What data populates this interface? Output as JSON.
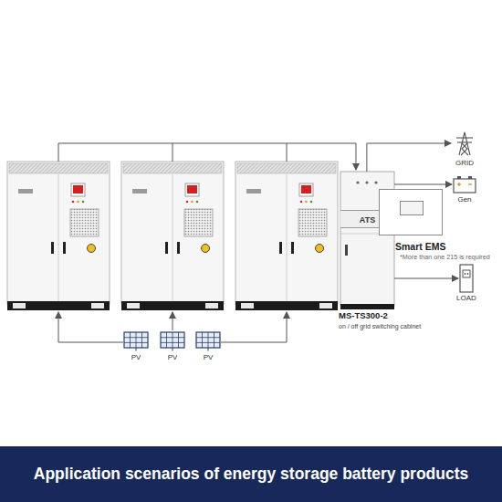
{
  "diagram": {
    "caption": "Application scenarios of energy storage battery products",
    "nodes": [
      {
        "text": [
          "PV"
        ]
      },
      {
        "text": [
          "PV"
        ]
      },
      {
        "text": [
          "PV"
        ]
      },
      {
        "text": [
          "ATS",
          "MS-TS300-2",
          "on / off grid switching cabinet"
        ]
      },
      {
        "text": [
          "Smart EMS",
          "*More than one 215 is required"
        ]
      },
      {
        "text": [
          "GRID"
        ]
      },
      {
        "text": [
          "Gen"
        ]
      },
      {
        "text": [
          "LOAD"
        ]
      }
    ],
    "edges": [
      {
        "from": 3,
        "to": 5,
        "arrow": "to"
      },
      {
        "from": 3,
        "to": 6,
        "arrow": "to"
      },
      {
        "from": 3,
        "to": 7,
        "arrow": "to"
      }
    ]
  }
}
